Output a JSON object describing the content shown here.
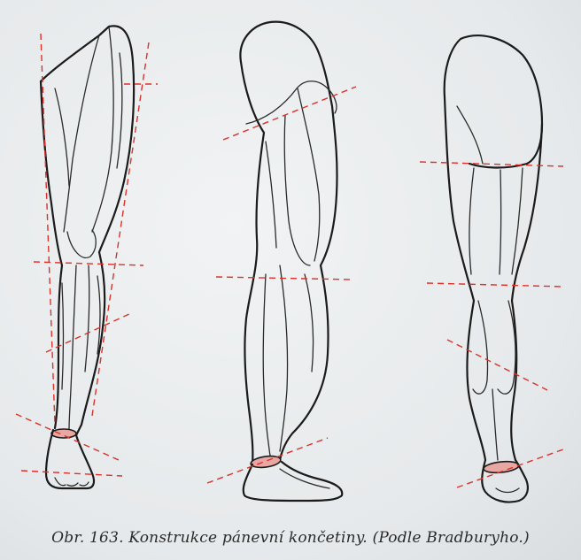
{
  "caption": "Obr. 163. Konstrukce pánevní končetiny. (Podle Bradburyho.)",
  "colors": {
    "paper": "#e9ecee",
    "ink": "#1b1b1b",
    "guide_lines": "#d9322b",
    "ankle_ring": "#e8a7a2"
  },
  "figure": {
    "views": [
      "front-view-leg",
      "side-view-leg",
      "back-view-leg"
    ]
  }
}
